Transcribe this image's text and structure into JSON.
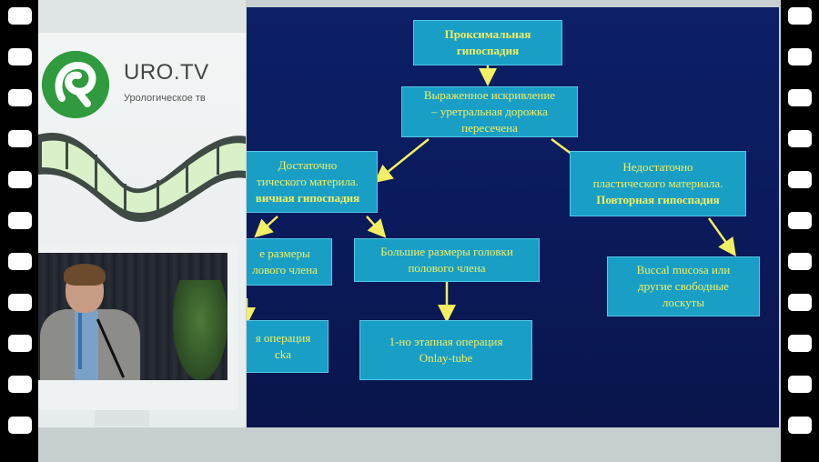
{
  "brand": {
    "name": "URO.TV",
    "subtitle": "Урологическое тв",
    "logo_icon": "uro-tv-logo-icon",
    "accent_color": "#2f9a3e"
  },
  "speaker_video": {
    "icon": "speaker-video-feed"
  },
  "slide": {
    "background_color": "#0c1c60",
    "box_color": "#199fc6",
    "text_color": "#f2ef62",
    "arrow_color": "#f2ef62",
    "boxes": {
      "root": {
        "lines": [
          "Проксимальная",
          "гипоспадия"
        ]
      },
      "curvature": {
        "lines": [
          "Выраженное искривление",
          "– уретральная дорожка",
          "пересечена"
        ]
      },
      "sufficient": {
        "lines": [
          "Достаточно",
          "тического материла.",
          "вичная гипоспадия"
        ]
      },
      "insufficient": {
        "lines": [
          "Недостаточно",
          "пластического материала.",
          "Повторная гипоспадия"
        ]
      },
      "small_glans": {
        "lines": [
          "е размеры",
          "лового члена"
        ]
      },
      "large_glans": {
        "lines": [
          "Большие размеры головки",
          "полового члена"
        ]
      },
      "buccal": {
        "lines": [
          "Buccal mucosa или",
          "другие свободные",
          "лоскуты"
        ]
      },
      "two_stage": {
        "lines": [
          "я операция",
          "cka"
        ]
      },
      "one_stage": {
        "lines": [
          "1-но этапная операция",
          "Onlay-tube"
        ]
      }
    }
  }
}
